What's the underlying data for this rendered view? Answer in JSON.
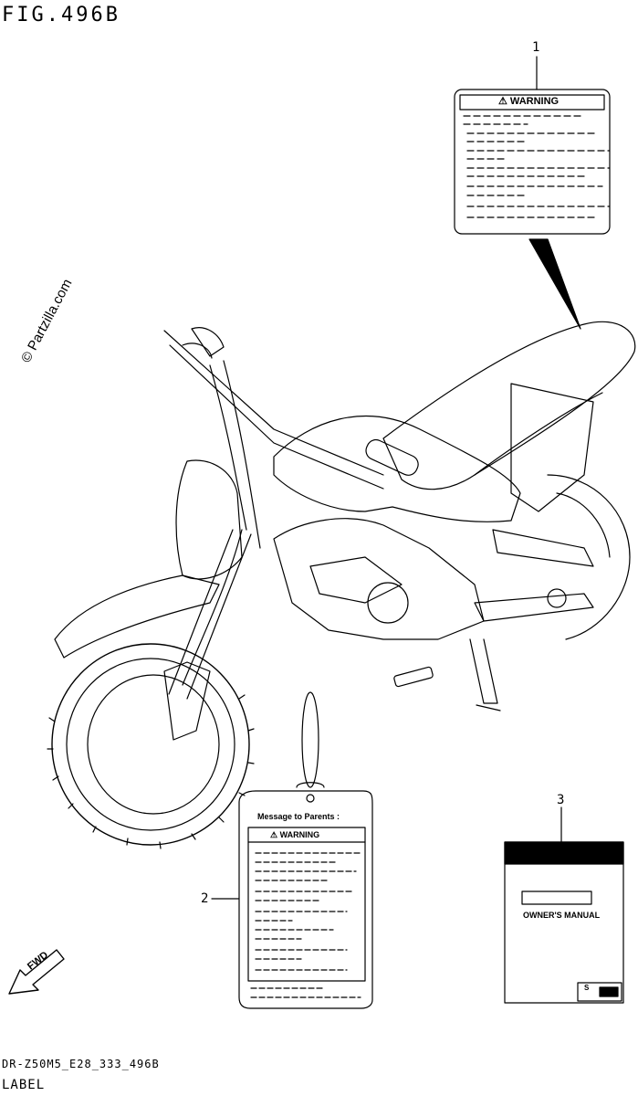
{
  "figure": {
    "title": "FIG.496B",
    "footer_code": "DR-Z50M5_E28_333_496B",
    "footer_label": "LABEL",
    "watermark": "© Partzilla.com",
    "fwd_label": "FWD"
  },
  "parts": [
    {
      "callout": "1",
      "heading": "WARNING"
    },
    {
      "callout": "2",
      "heading": "Message to Parents :",
      "subheading": "WARNING"
    },
    {
      "callout": "3",
      "title": "OWNER'S MANUAL",
      "badge": "S"
    }
  ]
}
